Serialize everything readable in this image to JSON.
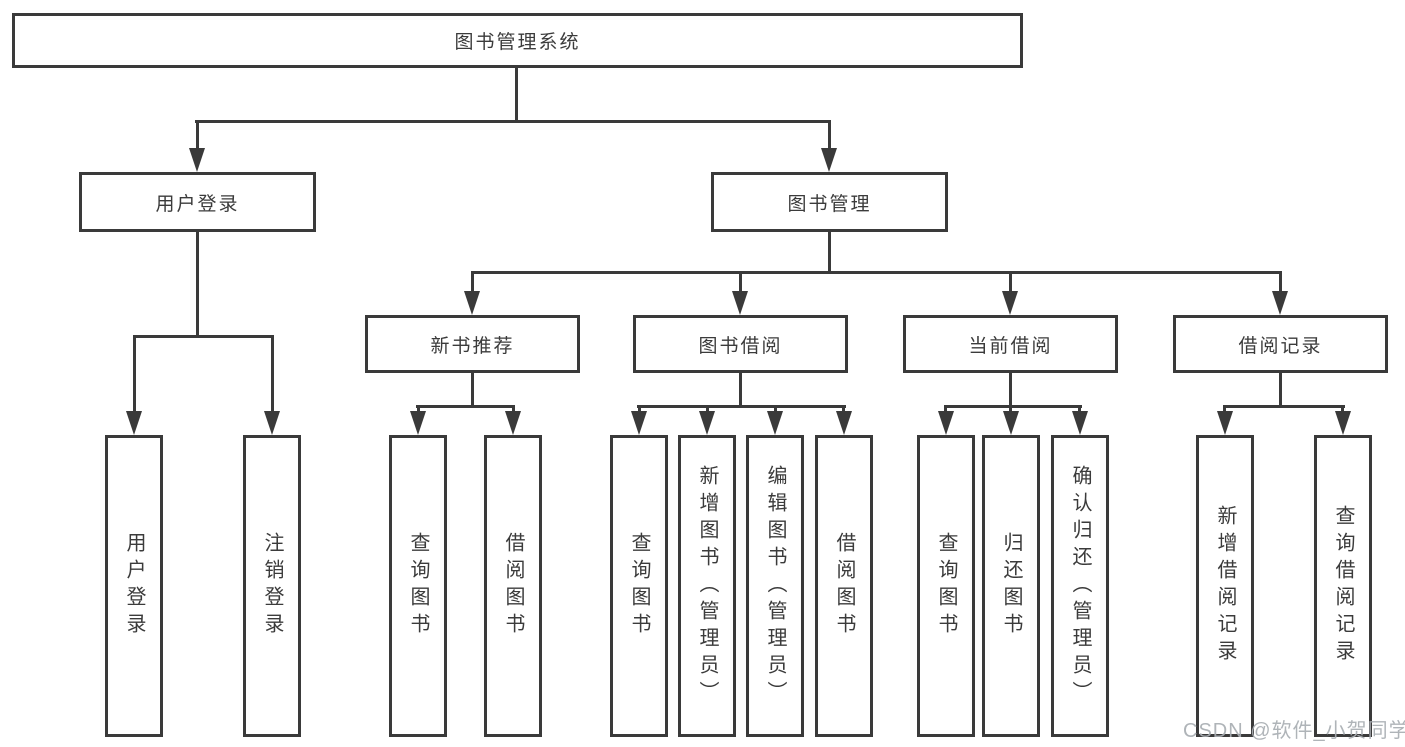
{
  "diagram_type": "hierarchy-flowchart",
  "colors": {
    "line": "#3a3a3a",
    "text": "#3b3b3b",
    "background": "#ffffff",
    "watermark": "#a9aeb3"
  },
  "nodes": {
    "root": "图书管理系统",
    "user_login": "用户登录",
    "book_management": "图书管理",
    "new_book_recommend": "新书推荐",
    "book_borrowing": "图书借阅",
    "current_borrowing": "当前借阅",
    "borrowing_records": "借阅记录",
    "leaf_user_login": "用户登录",
    "leaf_logout": "注销登录",
    "leaf_nbr_query": "查询图书",
    "leaf_nbr_borrow": "借阅图书",
    "leaf_bb_query": "查询图书",
    "leaf_bb_add_admin": "新增图书（管理员）",
    "leaf_bb_edit_admin": "编辑图书（管理员）",
    "leaf_bb_borrow": "借阅图书",
    "leaf_cb_query": "查询图书",
    "leaf_cb_return": "归还图书",
    "leaf_cb_confirm_admin": "确认归还（管理员）",
    "leaf_br_add": "新增借阅记录",
    "leaf_br_query": "查询借阅记录"
  },
  "watermark": "CSDN @软件_小贺同学"
}
